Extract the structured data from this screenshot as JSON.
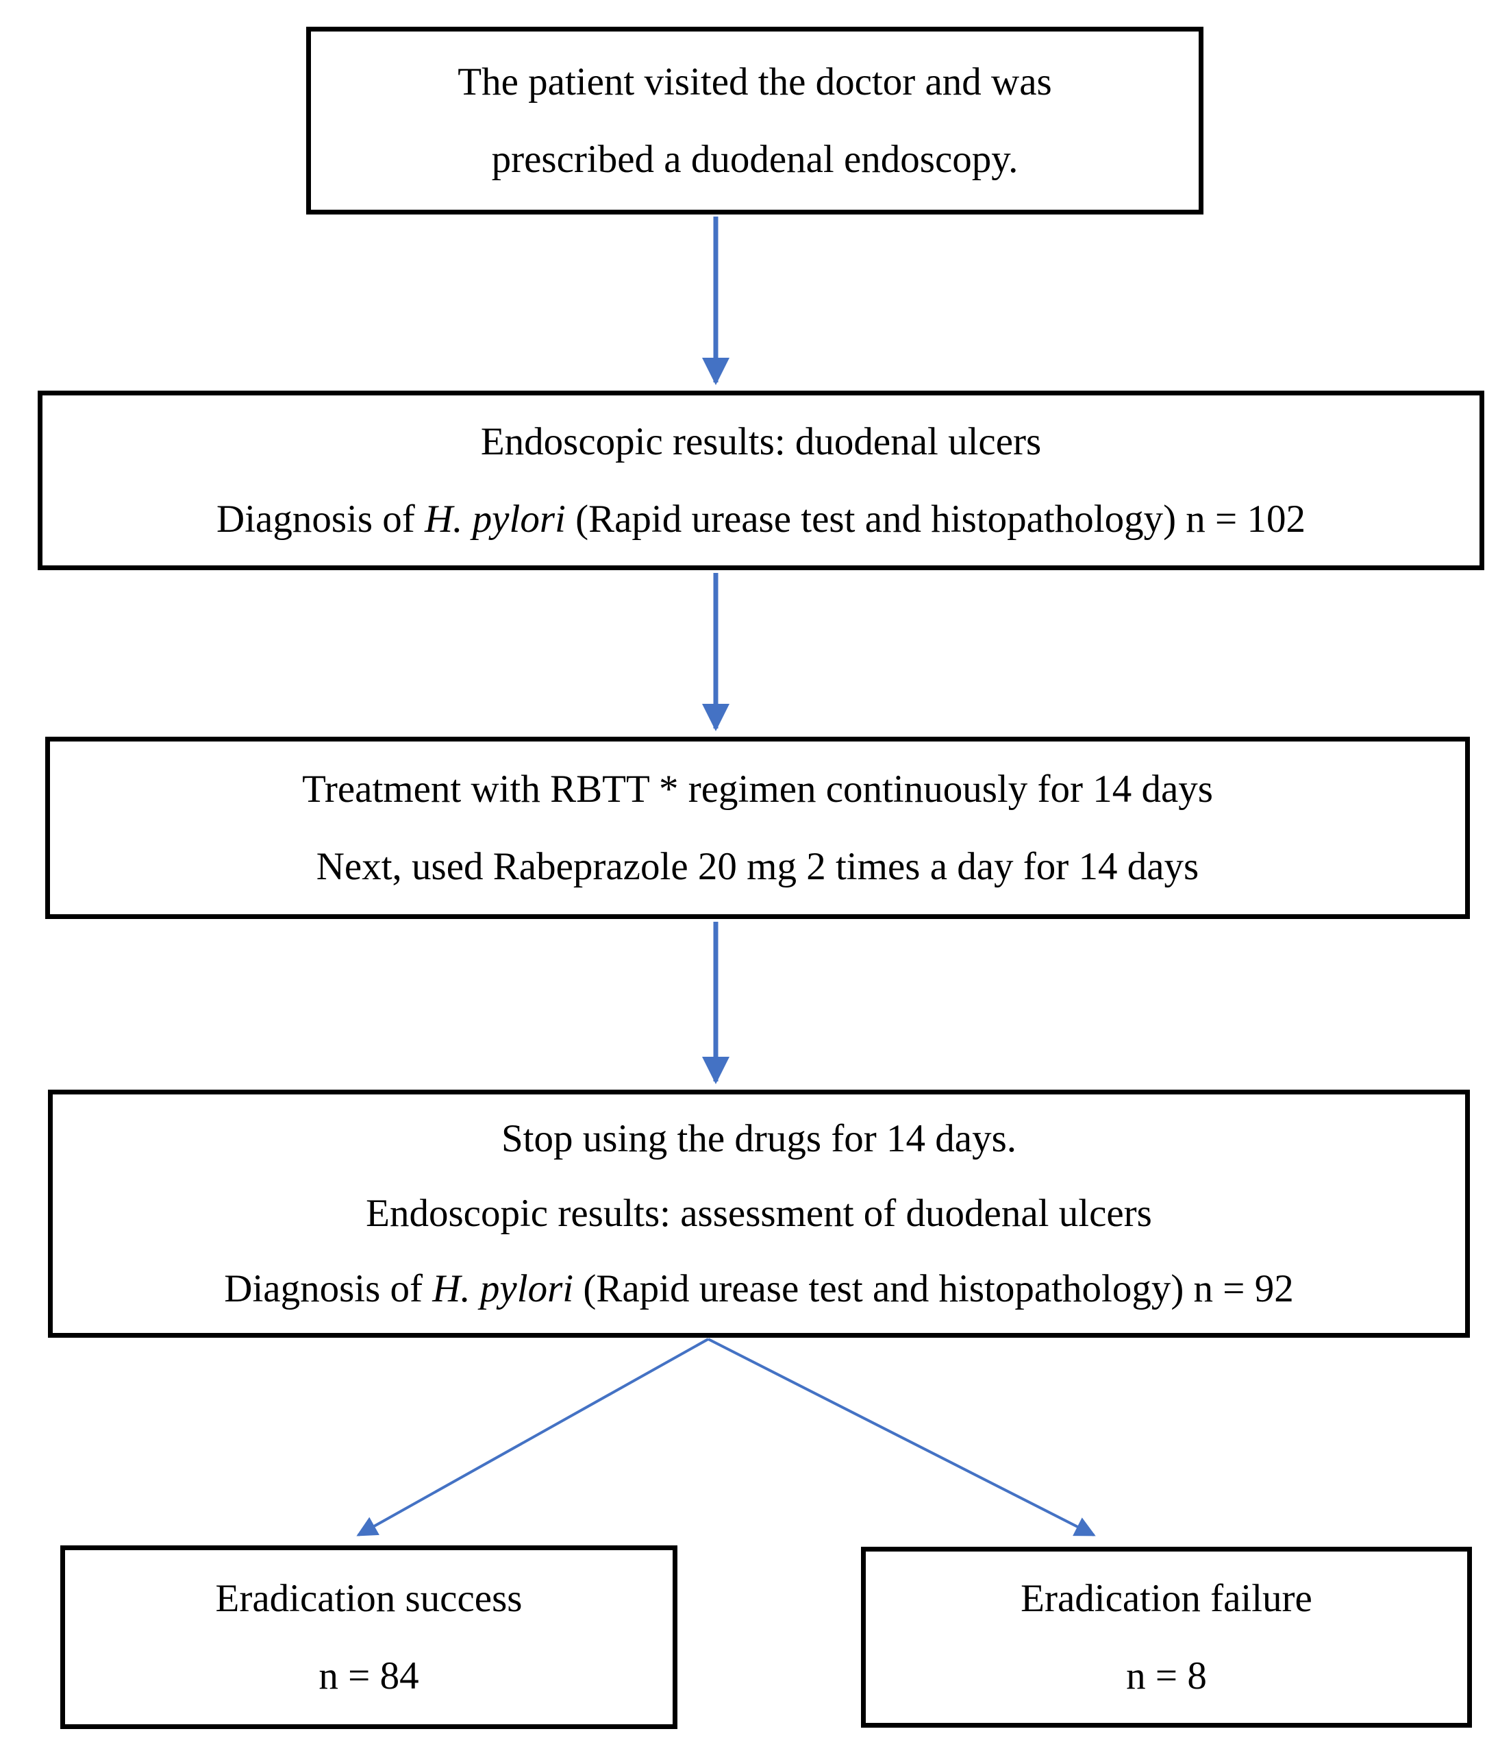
{
  "diagram": {
    "title": "Patient treatment flowchart",
    "colors": {
      "arrow": "#4472C4",
      "box_border": "#000000",
      "box_fill": "#FFFFFF",
      "text": "#000000",
      "background": "#FFFFFF"
    },
    "arrows": [
      {
        "from": "visit",
        "to": "endoscopy",
        "direction": "down"
      },
      {
        "from": "endoscopy",
        "to": "treatment",
        "direction": "down"
      },
      {
        "from": "treatment",
        "to": "assessment",
        "direction": "down"
      },
      {
        "from": "assessment",
        "to": "success",
        "direction": "down-left"
      },
      {
        "from": "assessment",
        "to": "failure",
        "direction": "down-right"
      }
    ]
  },
  "nodes": {
    "visit": {
      "line1": "The patient visited the doctor and was",
      "line2": "prescribed a duodenal endoscopy."
    },
    "endoscopy": {
      "line1": "Endoscopic results: duodenal ulcers",
      "line2": {
        "pre": "Diagnosis of ",
        "species": "H. pylori",
        "post": " (Rapid urease test and histopathology) n = 102"
      }
    },
    "treatment": {
      "line1": "Treatment with RBTT * regimen continuously for 14 days",
      "line2": "Next, used Rabeprazole 20 mg 2 times a day for 14 days"
    },
    "assessment": {
      "line1": "Stop using the drugs for 14 days.",
      "line2": "Endoscopic results: assessment of duodenal ulcers",
      "line3": {
        "pre": "Diagnosis of ",
        "species": "H. pylori",
        "post": " (Rapid urease test and histopathology) n = 92"
      }
    },
    "success": {
      "line1": "Eradication success",
      "line2": "n = 84"
    },
    "failure": {
      "line1": "Eradication failure",
      "line2": "n = 8"
    }
  }
}
